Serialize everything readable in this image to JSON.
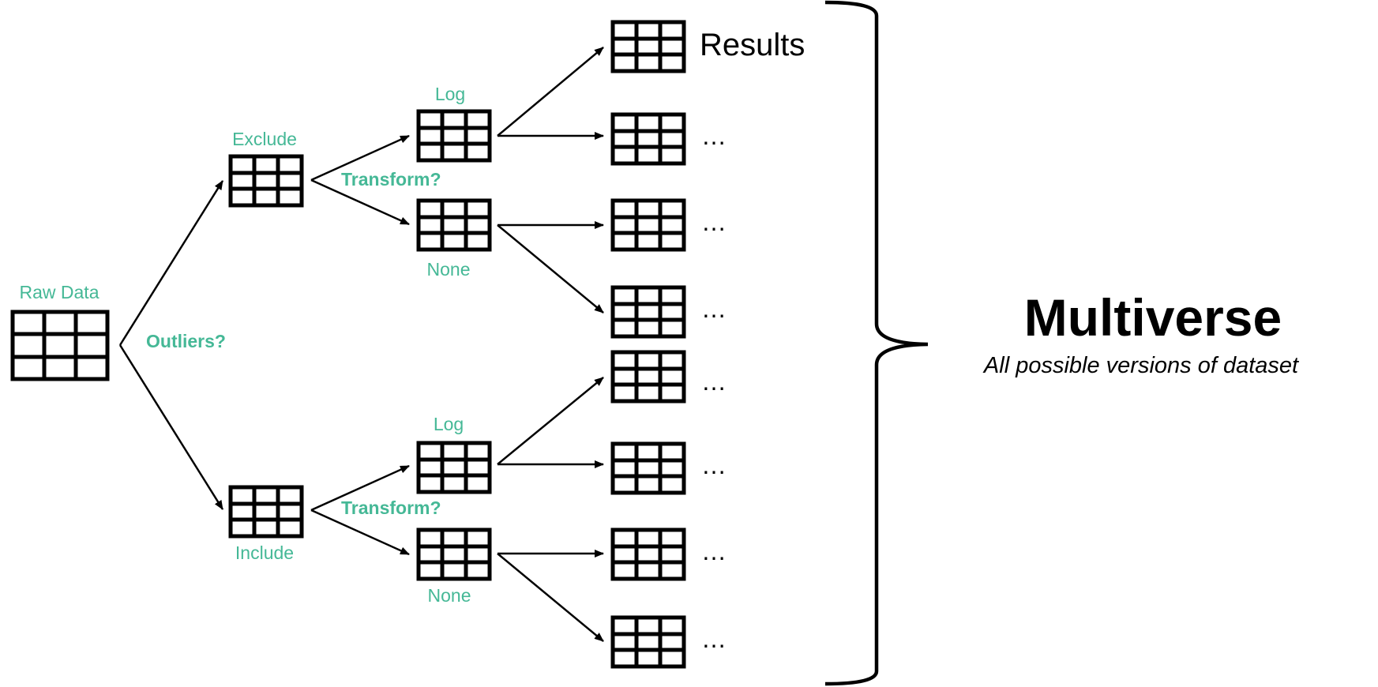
{
  "colors": {
    "accent": "#45b896",
    "ink": "#000000",
    "background": "#ffffff"
  },
  "nodes": {
    "raw_data": "Raw Data",
    "exclude": "Exclude",
    "include": "Include",
    "log_top": "Log",
    "none_top": "None",
    "log_bottom": "Log",
    "none_bottom": "None"
  },
  "questions": {
    "outliers": "Outliers?",
    "transform_top": "Transform?",
    "transform_bottom": "Transform?"
  },
  "results": {
    "first_label": "Results",
    "ellipsis": "…"
  },
  "multiverse": {
    "title": "Multiverse",
    "subtitle": "All possible versions of dataset"
  }
}
